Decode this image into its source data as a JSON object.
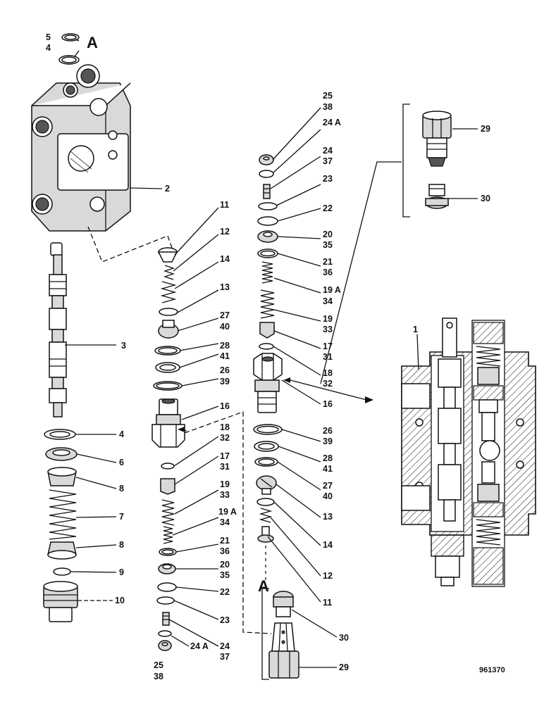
{
  "reference_number": "961370",
  "section_marks": [
    "A",
    "A"
  ],
  "callouts": [
    {
      "id": "c5",
      "text": "5"
    },
    {
      "id": "c4a",
      "text": "4"
    },
    {
      "id": "c2",
      "text": "2"
    },
    {
      "id": "c3",
      "text": "3"
    },
    {
      "id": "c4b",
      "text": "4"
    },
    {
      "id": "c6",
      "text": "6"
    },
    {
      "id": "c8a",
      "text": "8"
    },
    {
      "id": "c7",
      "text": "7"
    },
    {
      "id": "c8b",
      "text": "8"
    },
    {
      "id": "c9",
      "text": "9"
    },
    {
      "id": "c10",
      "text": "10"
    },
    {
      "id": "m11",
      "text": "11"
    },
    {
      "id": "m12",
      "text": "12"
    },
    {
      "id": "m14",
      "text": "14"
    },
    {
      "id": "m13",
      "text": "13"
    },
    {
      "id": "m27",
      "text": "27"
    },
    {
      "id": "m40",
      "text": "40"
    },
    {
      "id": "m28",
      "text": "28"
    },
    {
      "id": "m41",
      "text": "41"
    },
    {
      "id": "m26",
      "text": "26"
    },
    {
      "id": "m39",
      "text": "39"
    },
    {
      "id": "m16",
      "text": "16"
    },
    {
      "id": "m18",
      "text": "18"
    },
    {
      "id": "m32",
      "text": "32"
    },
    {
      "id": "m17",
      "text": "17"
    },
    {
      "id": "m31",
      "text": "31"
    },
    {
      "id": "m19",
      "text": "19"
    },
    {
      "id": "m33",
      "text": "33"
    },
    {
      "id": "m19a",
      "text": "19 A"
    },
    {
      "id": "m34",
      "text": "34"
    },
    {
      "id": "m21",
      "text": "21"
    },
    {
      "id": "m36",
      "text": "36"
    },
    {
      "id": "m20",
      "text": "20"
    },
    {
      "id": "m35",
      "text": "35"
    },
    {
      "id": "m22",
      "text": "22"
    },
    {
      "id": "m23",
      "text": "23"
    },
    {
      "id": "m24",
      "text": "24"
    },
    {
      "id": "m37",
      "text": "37"
    },
    {
      "id": "m24a",
      "text": "24 A"
    },
    {
      "id": "m25",
      "text": "25"
    },
    {
      "id": "m38",
      "text": "38"
    },
    {
      "id": "r25",
      "text": "25"
    },
    {
      "id": "r38",
      "text": "38"
    },
    {
      "id": "r24a",
      "text": "24 A"
    },
    {
      "id": "r24",
      "text": "24"
    },
    {
      "id": "r37",
      "text": "37"
    },
    {
      "id": "r23",
      "text": "23"
    },
    {
      "id": "r22",
      "text": "22"
    },
    {
      "id": "r20",
      "text": "20"
    },
    {
      "id": "r35",
      "text": "35"
    },
    {
      "id": "r21",
      "text": "21"
    },
    {
      "id": "r36",
      "text": "36"
    },
    {
      "id": "r19a",
      "text": "19 A"
    },
    {
      "id": "r34",
      "text": "34"
    },
    {
      "id": "r19",
      "text": "19"
    },
    {
      "id": "r33",
      "text": "33"
    },
    {
      "id": "r17",
      "text": "17"
    },
    {
      "id": "r31",
      "text": "31"
    },
    {
      "id": "r18",
      "text": "18"
    },
    {
      "id": "r32",
      "text": "32"
    },
    {
      "id": "r16",
      "text": "16"
    },
    {
      "id": "r26",
      "text": "26"
    },
    {
      "id": "r39",
      "text": "39"
    },
    {
      "id": "r28",
      "text": "28"
    },
    {
      "id": "r41",
      "text": "41"
    },
    {
      "id": "r27",
      "text": "27"
    },
    {
      "id": "r40",
      "text": "40"
    },
    {
      "id": "r13",
      "text": "13"
    },
    {
      "id": "r14",
      "text": "14"
    },
    {
      "id": "r12",
      "text": "12"
    },
    {
      "id": "r11",
      "text": "11"
    },
    {
      "id": "t29",
      "text": "29"
    },
    {
      "id": "t30",
      "text": "30"
    },
    {
      "id": "b30",
      "text": "30"
    },
    {
      "id": "b29",
      "text": "29"
    },
    {
      "id": "s1",
      "text": "1"
    }
  ]
}
